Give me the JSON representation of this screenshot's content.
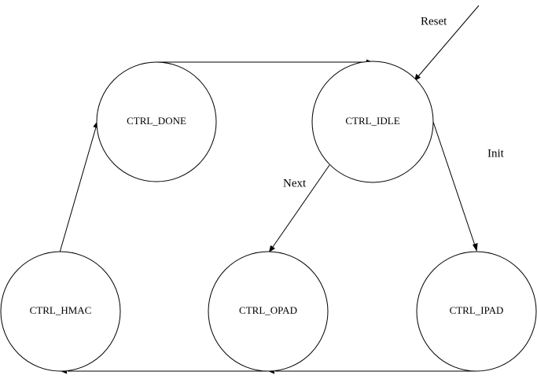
{
  "states": {
    "done": "CTRL_DONE",
    "idle": "CTRL_IDLE",
    "hmac": "CTRL_HMAC",
    "opad": "CTRL_OPAD",
    "ipad": "CTRL_IPAD"
  },
  "edge_labels": {
    "reset": "Reset",
    "init": "Init",
    "next": "Next"
  }
}
